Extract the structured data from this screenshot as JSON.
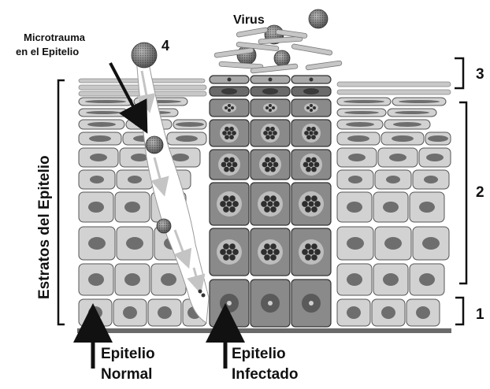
{
  "labels": {
    "virus": "Virus",
    "microtrauma_line1": "Microtrauma",
    "microtrauma_line2": "en el Epitelio",
    "step": "4",
    "strata": "Estratos del Epitelio",
    "layer_3": "3",
    "layer_2": "2",
    "layer_1": "1",
    "normal_line1": "Epitelio",
    "normal_line2": "Normal",
    "infected_line1": "Epitelio",
    "infected_line2": "Infectado"
  },
  "colors": {
    "cell_normal": "#d2d2d2",
    "cell_infected": "#8a8a8a",
    "nucleus": "#6e6e6e",
    "infected_nucleus": "#2e2e2e",
    "membrane": "#6a6a6a",
    "ink": "#111111"
  }
}
